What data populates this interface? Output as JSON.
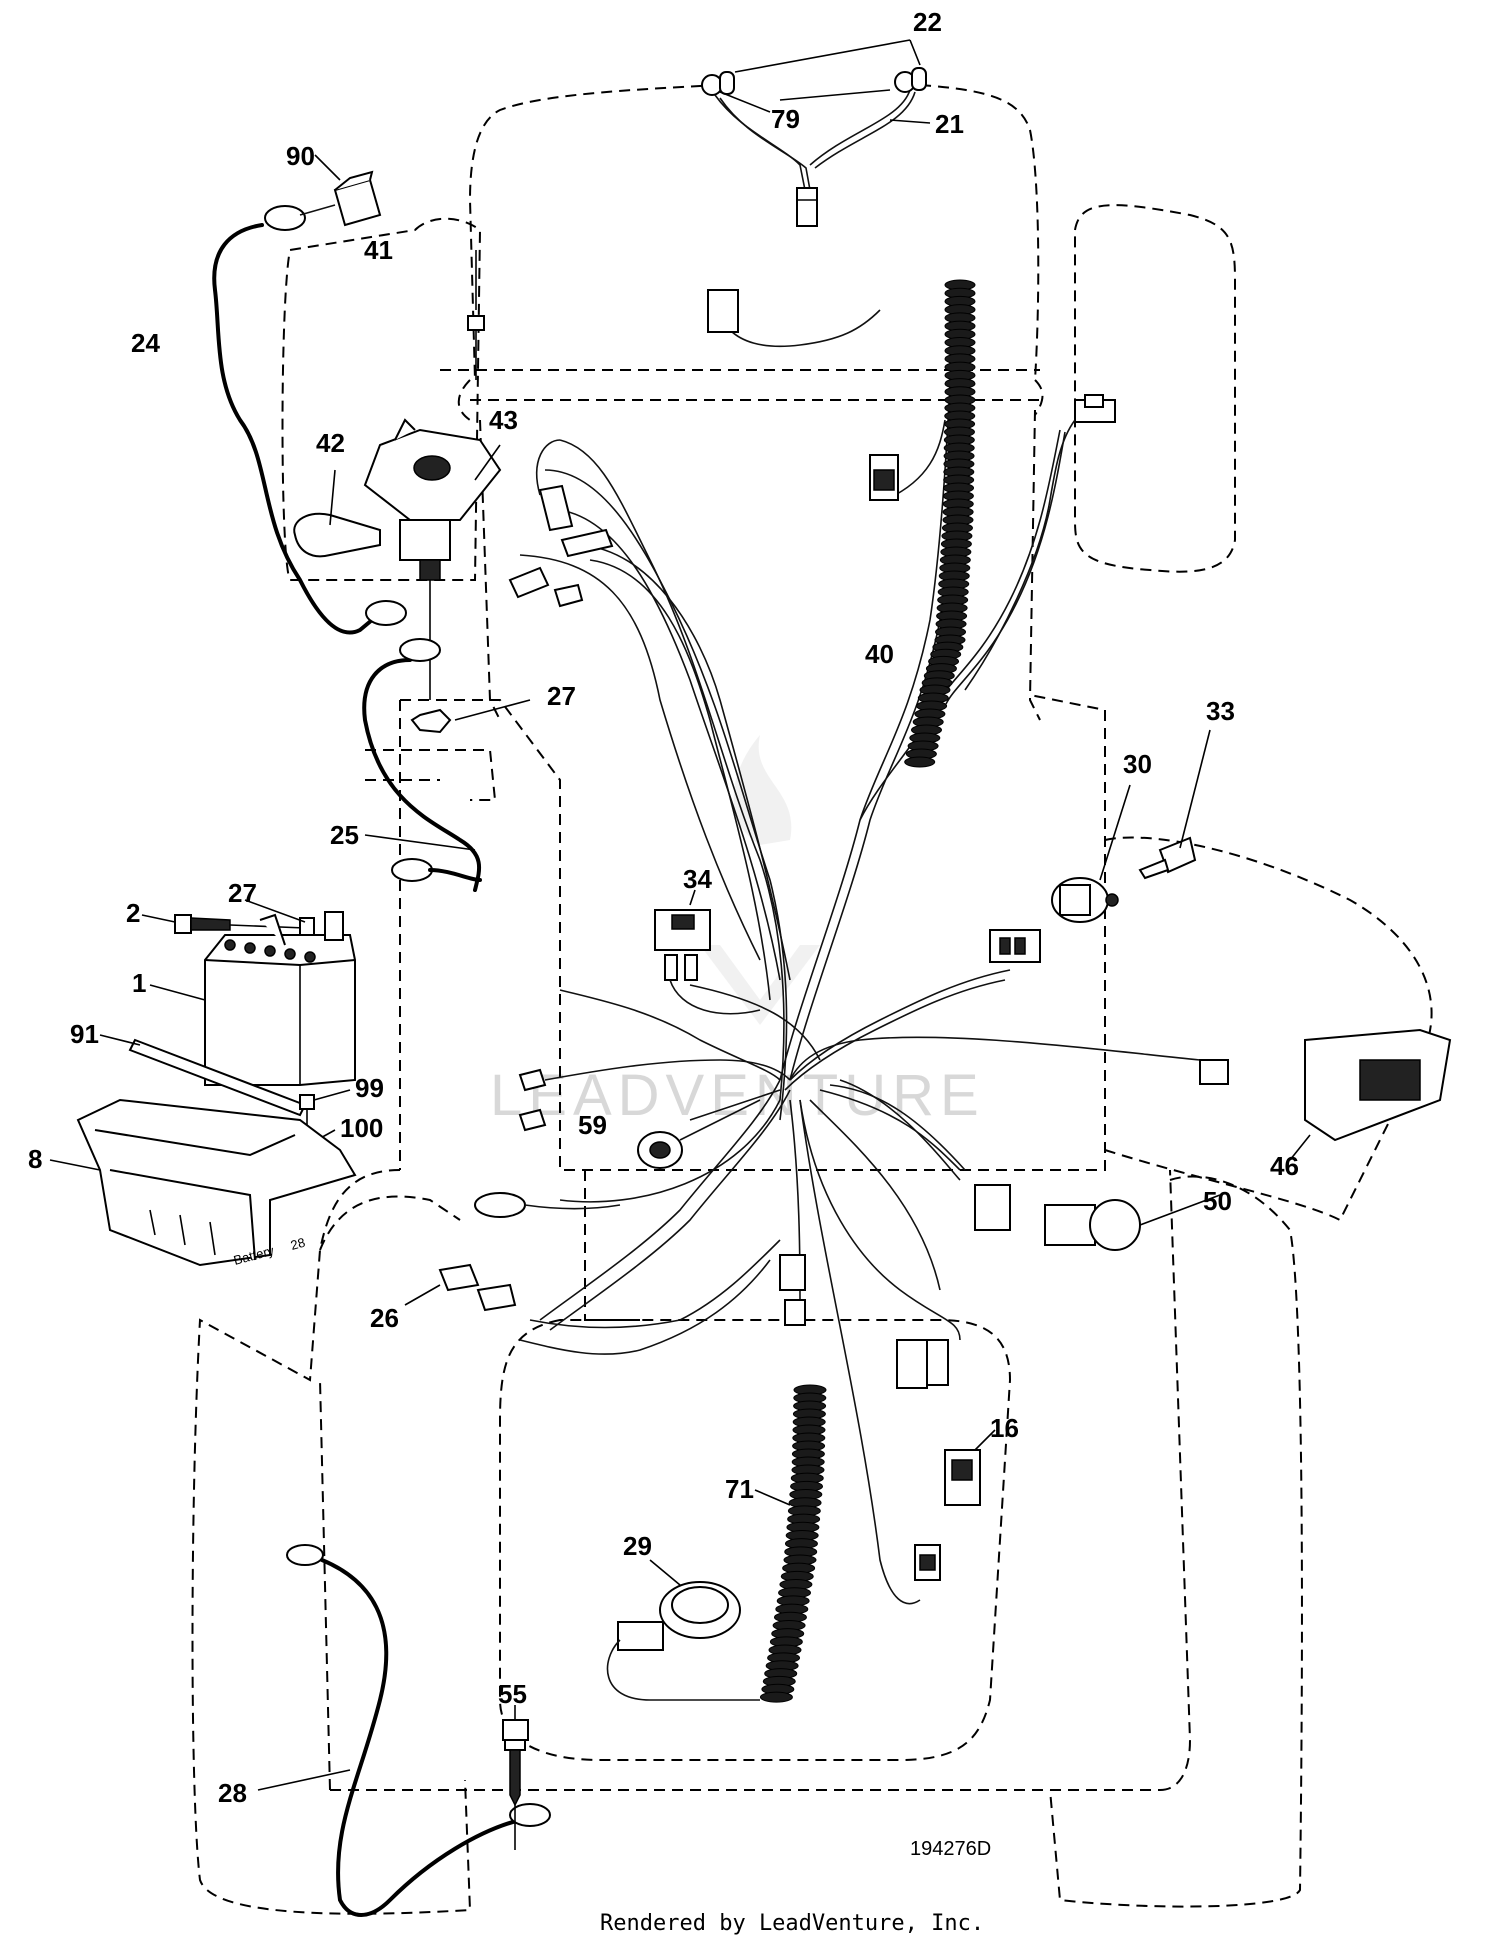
{
  "diagram_id": "194276D",
  "footer": "Rendered by LeadVenture, Inc.",
  "watermark": "LEADVENTURE",
  "battery_text": "Battery",
  "battery_ref": "28",
  "callouts": {
    "c22": "22",
    "c79": "79",
    "c21": "21",
    "c90": "90",
    "c41": "41",
    "c24": "24",
    "c42": "42",
    "c43": "43",
    "c40": "40",
    "c27a": "27",
    "c25": "25",
    "c27b": "27",
    "c2": "2",
    "c1": "1",
    "c91": "91",
    "c99": "99",
    "c100": "100",
    "c8": "8",
    "c33": "33",
    "c30": "30",
    "c34": "34",
    "c59": "59",
    "c46": "46",
    "c50": "50",
    "c26": "26",
    "c16": "16",
    "c71": "71",
    "c29": "29",
    "c55": "55",
    "c28": "28"
  }
}
